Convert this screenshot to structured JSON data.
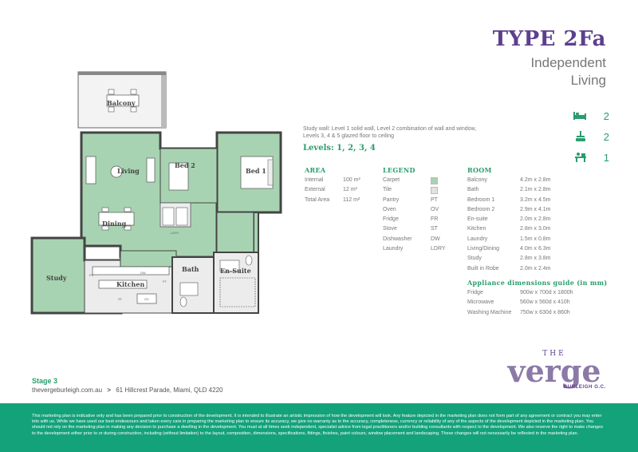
{
  "header": {
    "title": "TYPE 2Fa",
    "subtitle_line1": "Independent",
    "subtitle_line2": "Living"
  },
  "counts": [
    {
      "icon": "bed-icon",
      "value": "2"
    },
    {
      "icon": "bath-icon",
      "value": "2"
    },
    {
      "icon": "study-icon",
      "value": "1"
    }
  ],
  "notes": {
    "line1": "Study wall: Level 1 solid wall, Level 2 combination of wall and window,",
    "line2": "Levels 3, 4 & 5 glazed floor to ceiling",
    "levels": "Levels: 1, 2, 3, 4"
  },
  "area": {
    "heading": "AREA",
    "rows": [
      {
        "label": "Internal",
        "value": "100 m²"
      },
      {
        "label": "External",
        "value": "12 m²"
      },
      {
        "label": "Total Area",
        "value": "112 m²"
      }
    ]
  },
  "legend": {
    "heading": "LEGEND",
    "rows": [
      {
        "label": "Carpet",
        "value": ""
      },
      {
        "label": "Tile",
        "value": ""
      },
      {
        "label": "Pantry",
        "value": "PT"
      },
      {
        "label": "Oven",
        "value": "OV"
      },
      {
        "label": "Fridge",
        "value": "FR"
      },
      {
        "label": "Stove",
        "value": "ST"
      },
      {
        "label": "Dishwasher",
        "value": "DW"
      },
      {
        "label": "Laundry",
        "value": "LDRY"
      }
    ]
  },
  "rooms": {
    "heading": "ROOM",
    "rows": [
      {
        "label": "Balcony",
        "value": "4.2m x 2.8m"
      },
      {
        "label": "Bath",
        "value": "2.1m x 2.8m"
      },
      {
        "label": "Bedroom 1",
        "value": "3.2m x 4.5m"
      },
      {
        "label": "Bedroom 2",
        "value": "2.9m x 4.1m"
      },
      {
        "label": "En-suite",
        "value": "2.0m x 2.8m"
      },
      {
        "label": "Kitchen",
        "value": "2.8m x 3.0m"
      },
      {
        "label": "Laundry",
        "value": "1.5m x 0.8m"
      },
      {
        "label": "Living/Dining",
        "value": "4.0m x 6.3m"
      },
      {
        "label": "Study",
        "value": "2.8m x 3.8m"
      },
      {
        "label": "Built in Robe",
        "value": "2.0m x 2.4m"
      }
    ]
  },
  "appliances": {
    "heading": "Appliance dimensions guide (in mm)",
    "rows": [
      {
        "label": "Fridge",
        "value": "900w x 700d x 1800h"
      },
      {
        "label": "Microwave",
        "value": "560w x 560d x 410h"
      },
      {
        "label": "Washing Machine",
        "value": "750w x 630d x 860h"
      }
    ]
  },
  "plan_labels": {
    "balcony": "Balcony",
    "living": "Living",
    "dining": "Dining",
    "bed2": "Bed 2",
    "bed1": "Bed 1",
    "study": "Study",
    "kitchen": "Kitchen",
    "bath": "Bath",
    "ensuite": "En-Suite",
    "ldry": "LDRY",
    "dw": "DW",
    "fr": "FR",
    "pt": "PT",
    "st": "ST",
    "ov": "OV"
  },
  "footer": {
    "stage": "Stage 3",
    "website": "thevergeburleigh.com.au",
    "separator": ">",
    "address": "61 Hillcrest Parade, Miami, QLD 4220",
    "disclaimer": "This marketing plan is indicative only and has been prepared prior to construction of the development. It is intended to illustrate an artistic impression of how the development will look. Any feature depicted in the marketing plan does not form part of any agreement or contract you may enter into with us. While we have used our best endeavours and taken every care in preparing the marketing plan to ensure its accuracy, we give no warranty as to the accuracy, completeness, currency or reliability of any of the aspects of the development depicted in the marketing plan. You should not rely on the marketing plan in making any decision to purchase a dwelling in the development. You must at all times seek independent, specialist advice from legal practitioners and/or building consultants with respect to the development. We also reserve the right to make changes to the development either prior to or during construction, including (without limitation) to the layout, composition, dimensions, specifications, fittings, finishes, paint colours, window placement and landscaping. These changes will not necessarily be reflected in the marketing plan."
  },
  "logo": {
    "the": "THE",
    "name": "verge",
    "sub": "BURLEIGH G.C."
  },
  "colors": {
    "brand_purple": "#5e3f8e",
    "brand_green": "#2a9d6e",
    "carpet": "#a8d3b2",
    "tile": "#e2e2e2",
    "footer_bg": "#13a27a"
  }
}
